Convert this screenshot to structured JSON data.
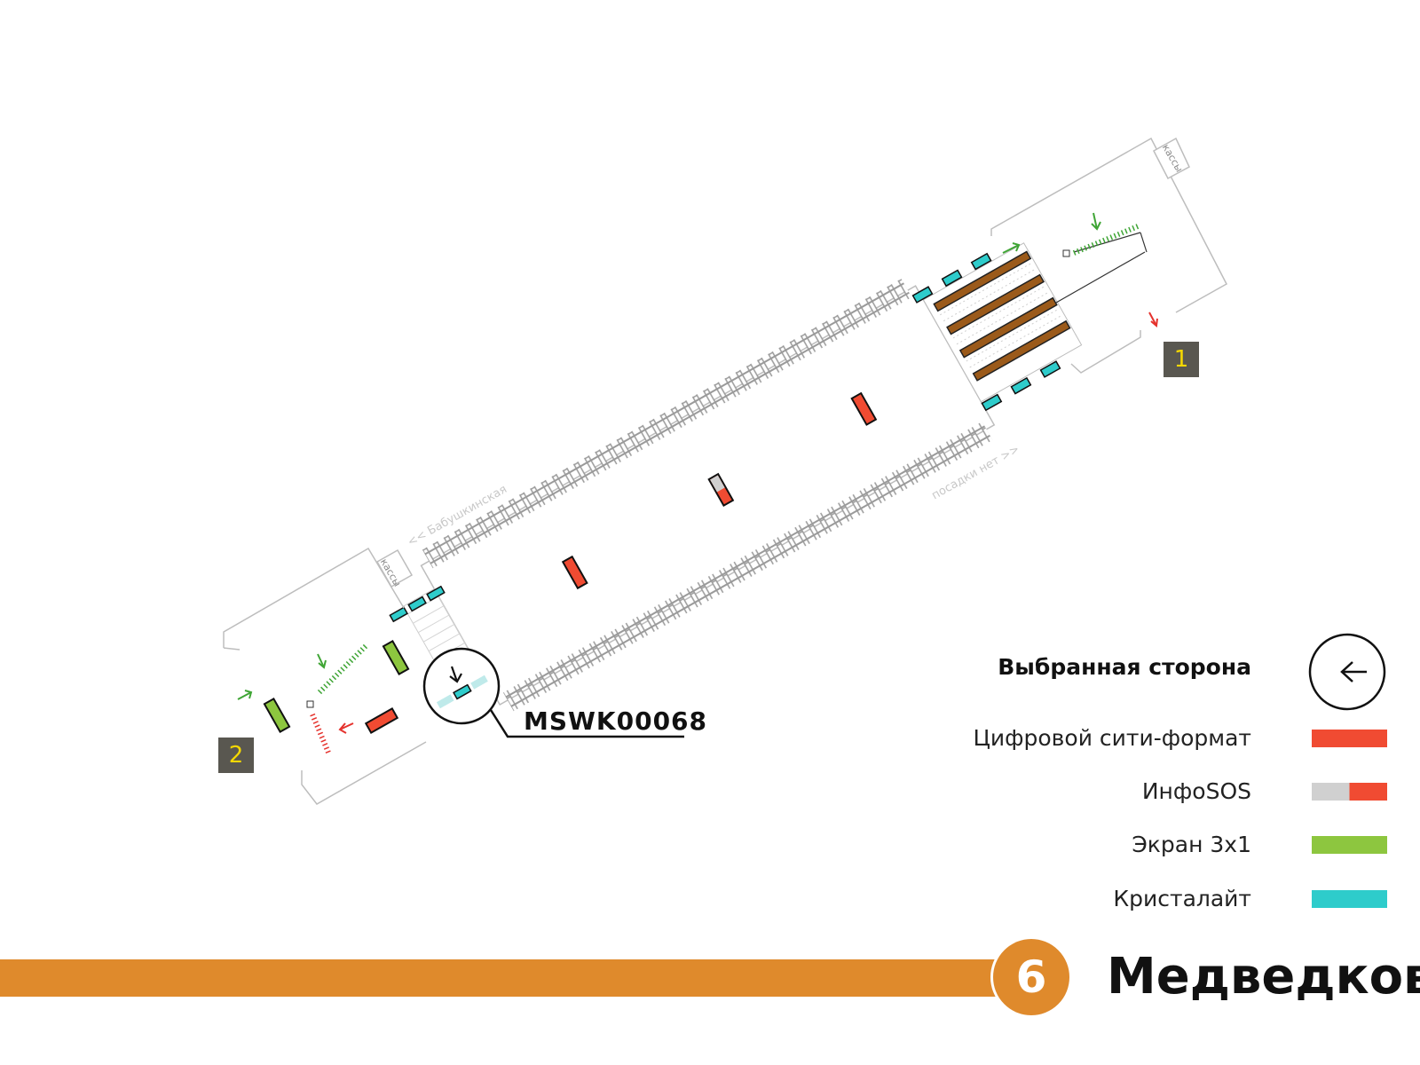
{
  "colors": {
    "digital_city_format": "#f04b32",
    "infosos_grey": "#d0d0d0",
    "infosos_red": "#f04b32",
    "screen_3x1": "#8dc63f",
    "kristalait": "#2ecccb",
    "line_6": "#df8a2c",
    "exit_badge_bg": "#595750",
    "exit_badge_text": "#f5d800",
    "arrow_green": "#3fa535",
    "arrow_red": "#e5322d",
    "escalator": "#9b5a1a",
    "outline": "#bdbdbd"
  },
  "map": {
    "kassy_top": "кассы",
    "kassy_bottom": "кассы",
    "track_label_top": "<< Бабушкинская",
    "track_label_bottom": "посадки нет >>",
    "exit_1": "1",
    "exit_2": "2",
    "selected_device_id": "MSWK00068"
  },
  "legend": {
    "selected_side_label": "Выбранная сторона",
    "selected_side_icon": "arrow-left-circle-icon",
    "items": [
      {
        "label": "Цифровой сити-формат"
      },
      {
        "label": "ИнфоSOS"
      },
      {
        "label": "Экран 3х1"
      },
      {
        "label": "Кристалайт"
      }
    ]
  },
  "footer": {
    "line_number": "6",
    "station_name": "Медведково"
  }
}
